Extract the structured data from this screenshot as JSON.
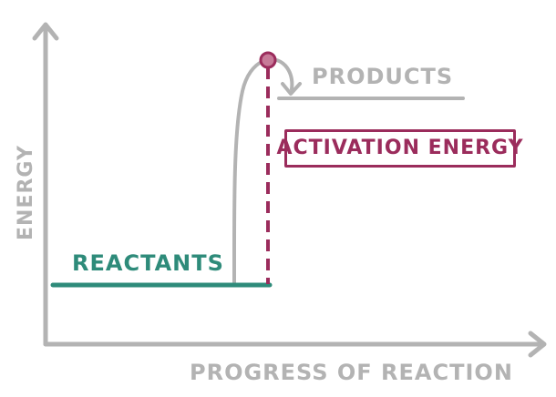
{
  "diagram": {
    "x_axis_label": "PROGRESS OF REACTION",
    "y_axis_label": "ENERGY",
    "reactants_label": "REACTANTS",
    "products_label": "PRODUCTS",
    "activation_label": "ACTIVATION ENERGY",
    "colors": {
      "axis": "#b3b3b3",
      "reactants": "#2e8b7a",
      "activation": "#9b2c5c",
      "peak_dot": "#c77a98",
      "curve": "#b3b3b3",
      "products": "#b3b3b3"
    }
  }
}
